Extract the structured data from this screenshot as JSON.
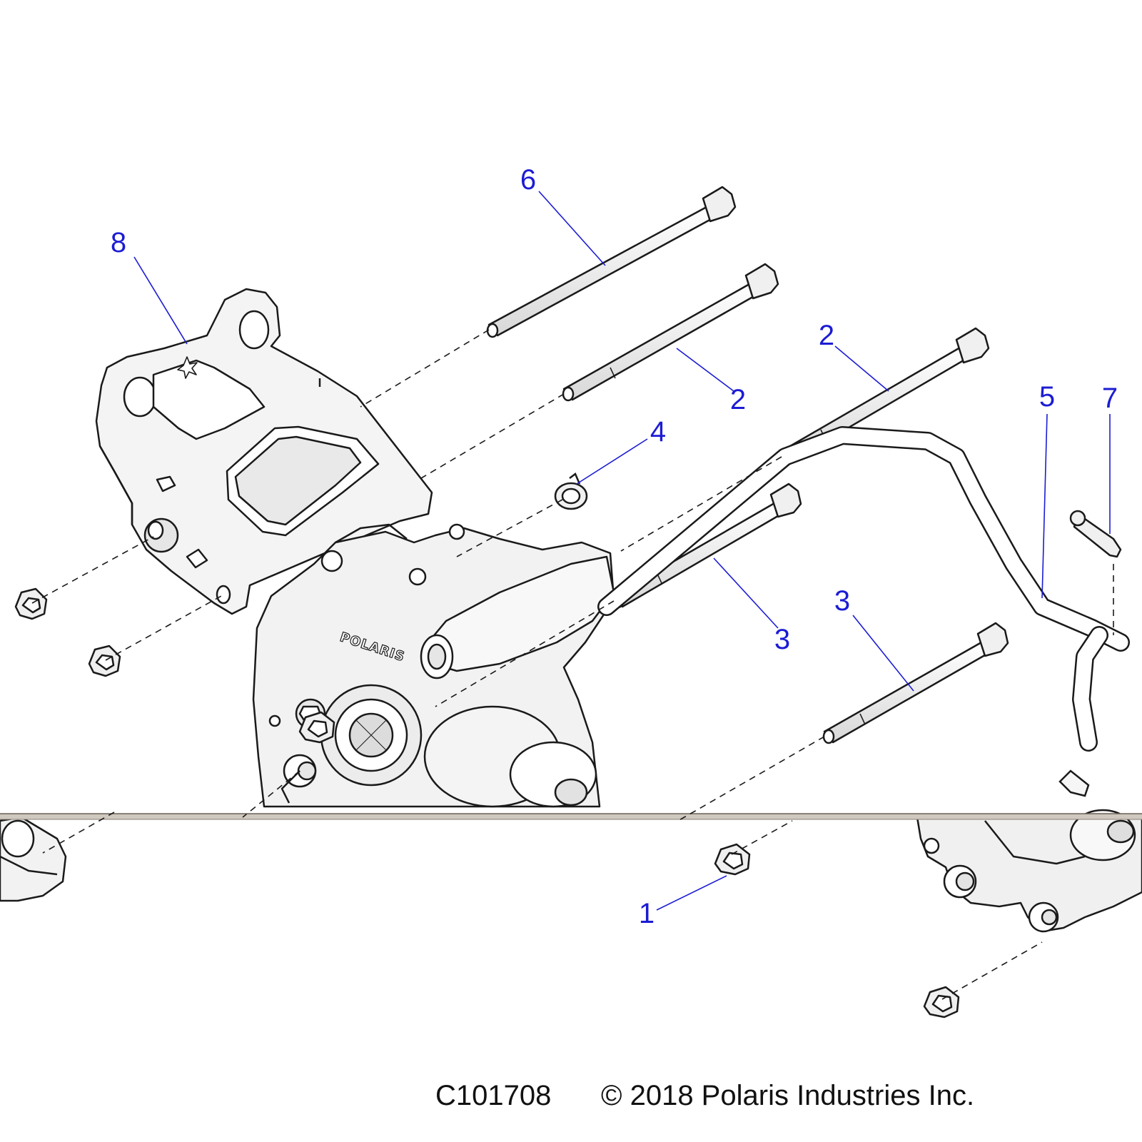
{
  "diagram": {
    "brand_mark": "POLARIS",
    "callouts": [
      {
        "id": "c-6",
        "label": "6"
      },
      {
        "id": "c-8",
        "label": "8"
      },
      {
        "id": "c-2a",
        "label": "2"
      },
      {
        "id": "c-2b",
        "label": "2"
      },
      {
        "id": "c-4",
        "label": "4"
      },
      {
        "id": "c-5",
        "label": "5"
      },
      {
        "id": "c-7",
        "label": "7"
      },
      {
        "id": "c-3a",
        "label": "3"
      },
      {
        "id": "c-3b",
        "label": "3"
      },
      {
        "id": "c-1",
        "label": "1"
      }
    ]
  },
  "footer": {
    "drawing_id": "C101708",
    "copyright": "© 2018 Polaris Industries Inc."
  },
  "colors": {
    "callout": "#1c1cd4",
    "outline": "#1a1a1a",
    "part_fill": "#f2f2f2",
    "background": "#ffffff"
  }
}
